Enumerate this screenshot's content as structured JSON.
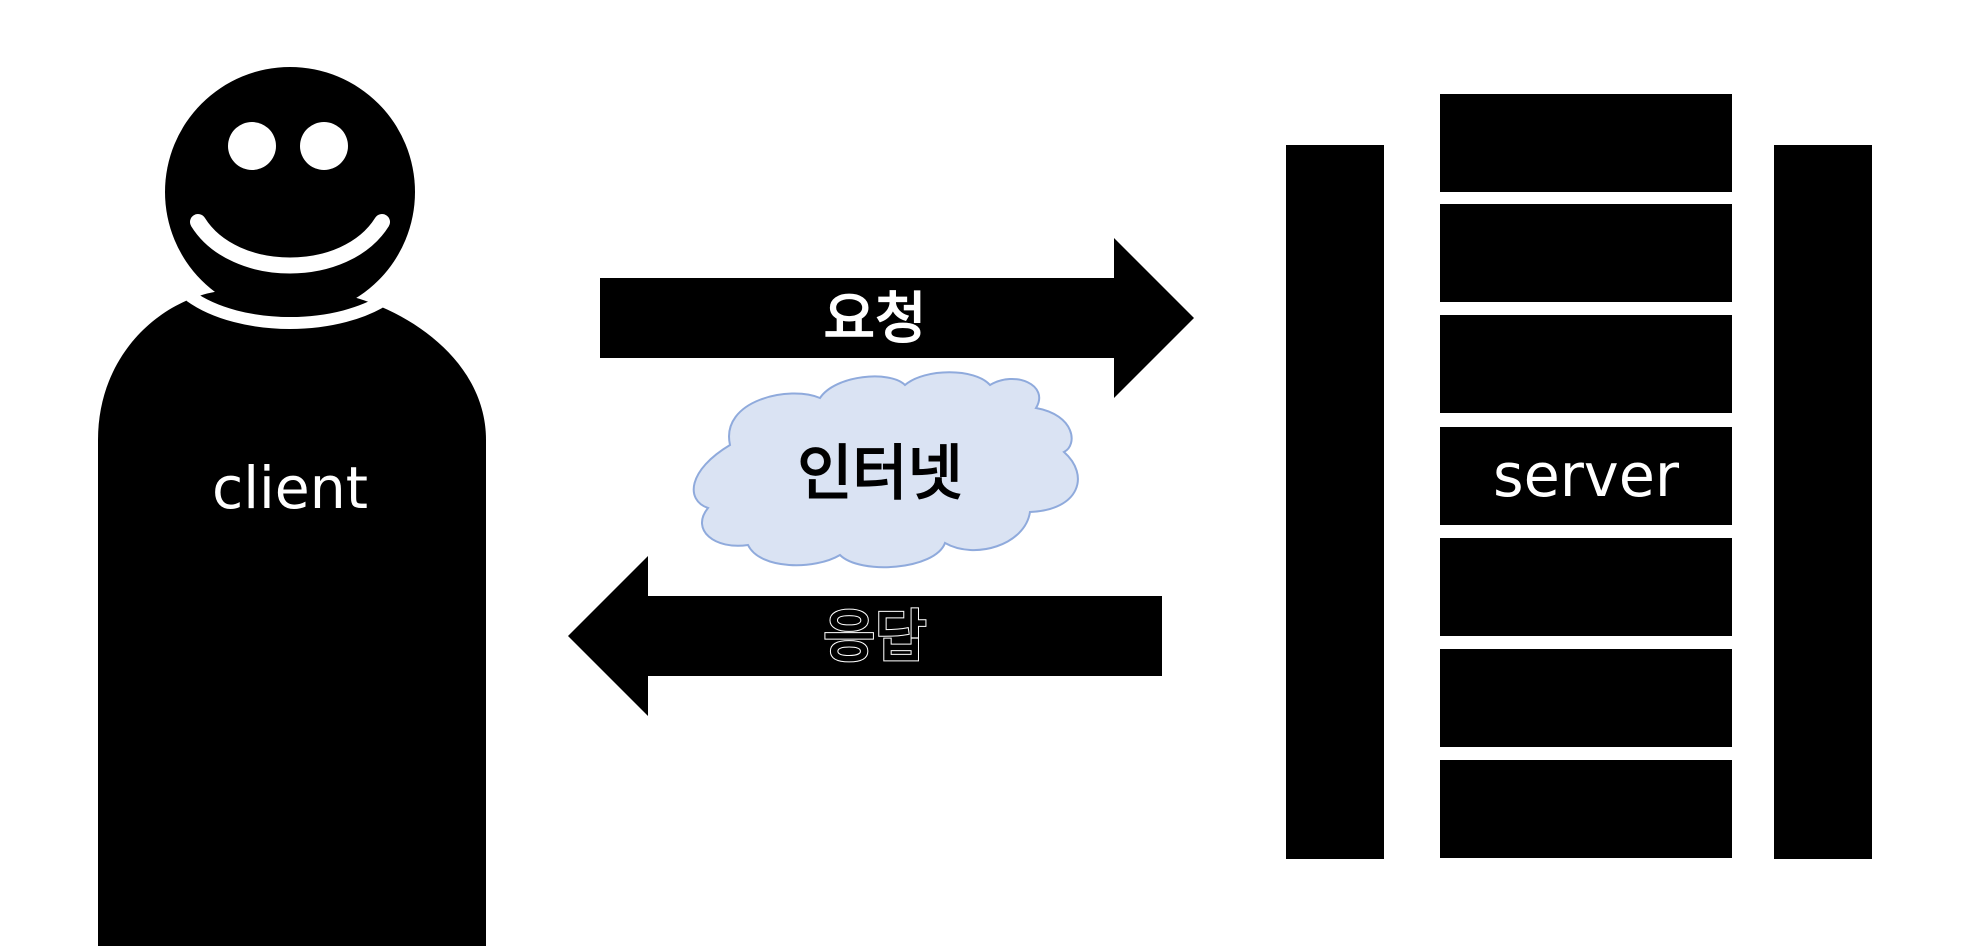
{
  "client": {
    "label": "client",
    "icon": "person-smiley-icon"
  },
  "server": {
    "label": "server",
    "icon": "server-rack-icon"
  },
  "request_arrow": {
    "label": "요청",
    "direction": "right"
  },
  "response_arrow": {
    "label": "응답",
    "direction": "left"
  },
  "network_cloud": {
    "label": "인터넷",
    "icon": "cloud-icon"
  },
  "colors": {
    "ink": "#000000",
    "background": "#ffffff",
    "cloud_fill": "#dae3f3",
    "cloud_stroke": "#8faadc"
  }
}
